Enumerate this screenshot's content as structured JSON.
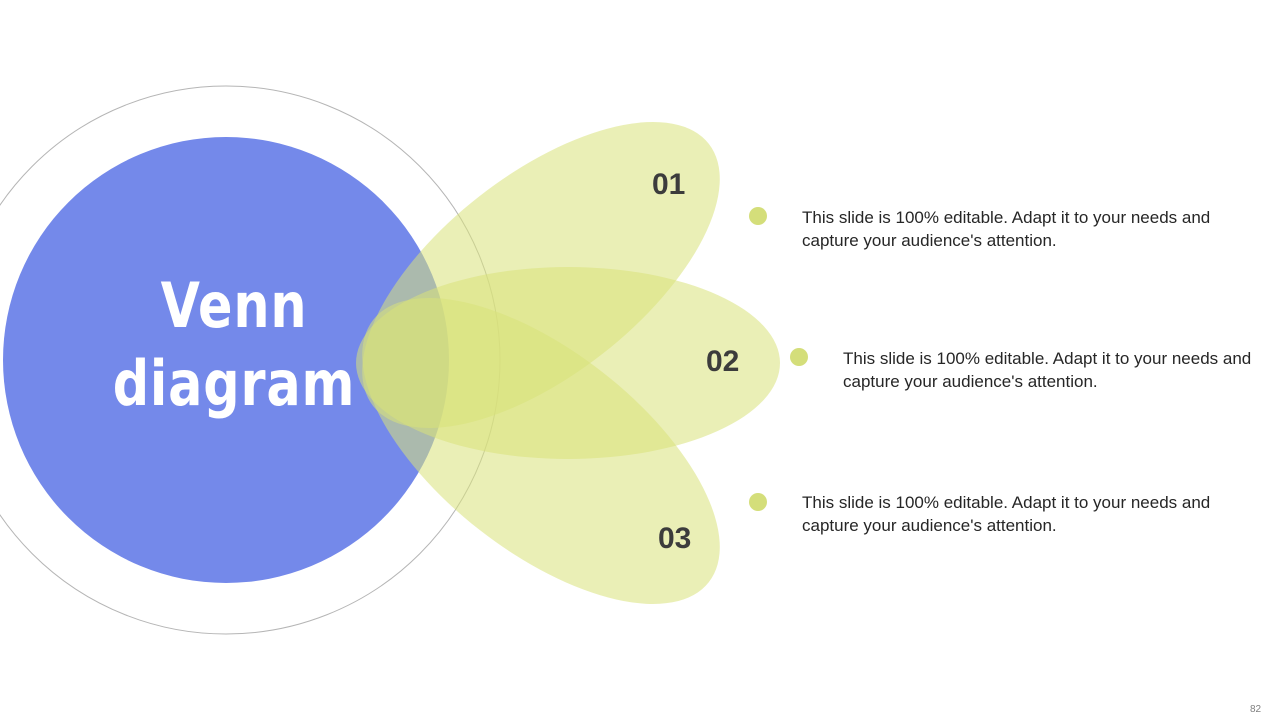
{
  "slide": {
    "title_line_1": "Venn",
    "title_line_2": "diagram",
    "page_number": "82"
  },
  "colors": {
    "main_circle": "#7489ea",
    "petal": "#d8e27a",
    "bullet": "#d4de7a",
    "outline_ring": "#b5b5b5",
    "number_text": "#3c3c3c",
    "body_text": "#262626"
  },
  "items": [
    {
      "number": "01",
      "text": "This slide is 100% editable. Adapt it to your needs and capture your audience's attention."
    },
    {
      "number": "02",
      "text": "This slide is 100% editable. Adapt it to your needs and capture your audience's attention."
    },
    {
      "number": "03",
      "text": "This slide is 100% editable. Adapt it to your needs and capture your audience's attention."
    }
  ]
}
